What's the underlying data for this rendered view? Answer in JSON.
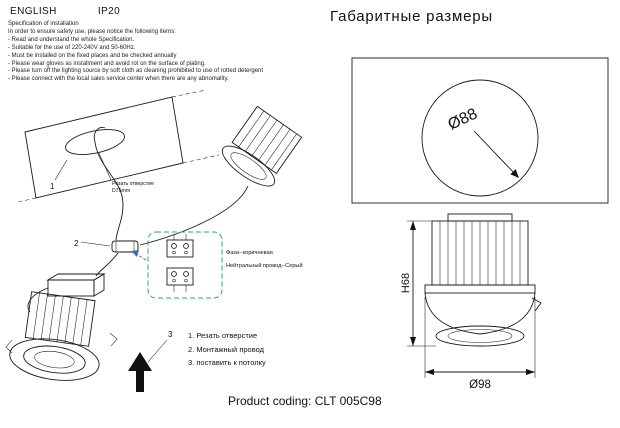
{
  "header": {
    "language": "ENGLISH",
    "ip_rating": "IP20",
    "right_title": "Габаритные размеры"
  },
  "spec": {
    "title": "Specification of installation",
    "intro": "In order to ensure safety use, please notice the following items:",
    "items": [
      "- Read and understand the whole Specification.",
      "- Suitable for the use of 220-240V and 50-60Hz.",
      "- Must be installed on the fixed places and be checked annually",
      "- Please wear gloves as installment and avoid rot on the surface of plating.",
      "- Please turn off the lighting source by soft cloth as cleaning prohibited to use of rotted detergent",
      "- Please connect with the local sales service center when there are any abnomality."
    ]
  },
  "diagram": {
    "marker1": "1",
    "marker2": "2",
    "marker3": "3",
    "hole_label_line1": "Резать отверстие",
    "hole_label_line2": "D75mm",
    "wire_phase": "Фаза--коричневая",
    "wire_neutral": "Нейтральный провод--Серый",
    "steps": [
      "1. Резать отверстие",
      "2. Монтажный провод",
      "3. поставить к потолку"
    ]
  },
  "dimensions": {
    "cutout_diameter": "Ø88",
    "height": "H68",
    "outer_diameter": "Ø98"
  },
  "footer": {
    "product_coding": "Product coding: CLT 005C98"
  }
}
